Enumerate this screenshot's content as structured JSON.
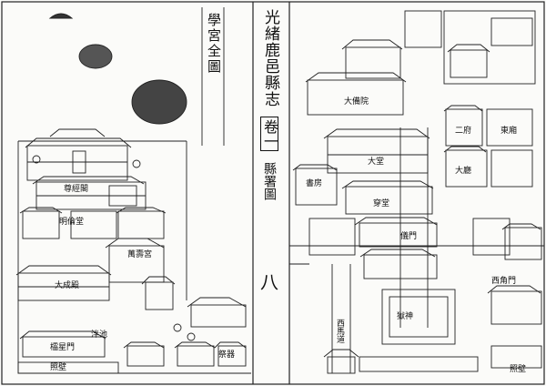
{
  "gazetteer": {
    "title": "光緒鹿邑縣志",
    "juan": "卷一",
    "map_name": "縣署圖",
    "page_number": "八"
  },
  "left_page": {
    "map_title": "學宮全圖",
    "labels": {
      "zunjing_ge": "尊經閣",
      "minglun_tang": "明倫堂",
      "wanshou_gong": "萬壽宮",
      "dacheng_dian": "大成殿",
      "zhaobi": "照壁",
      "lingxing_men": "櫺星門",
      "pan_chi": "泮池",
      "jixian": "祭器"
    }
  },
  "right_page": {
    "labels": {
      "dayin_hall": "大備院",
      "shufang": "書房",
      "dadian": "大堂",
      "chuantang": "穿堂",
      "erfu": "二府",
      "dongxiang": "東廂",
      "zhaobi": "照壁",
      "ximen": "西角門",
      "jiuyuan": "獄神",
      "ximadao": "西馬道",
      "yiting": "儀門",
      "dating": "大廳"
    }
  }
}
